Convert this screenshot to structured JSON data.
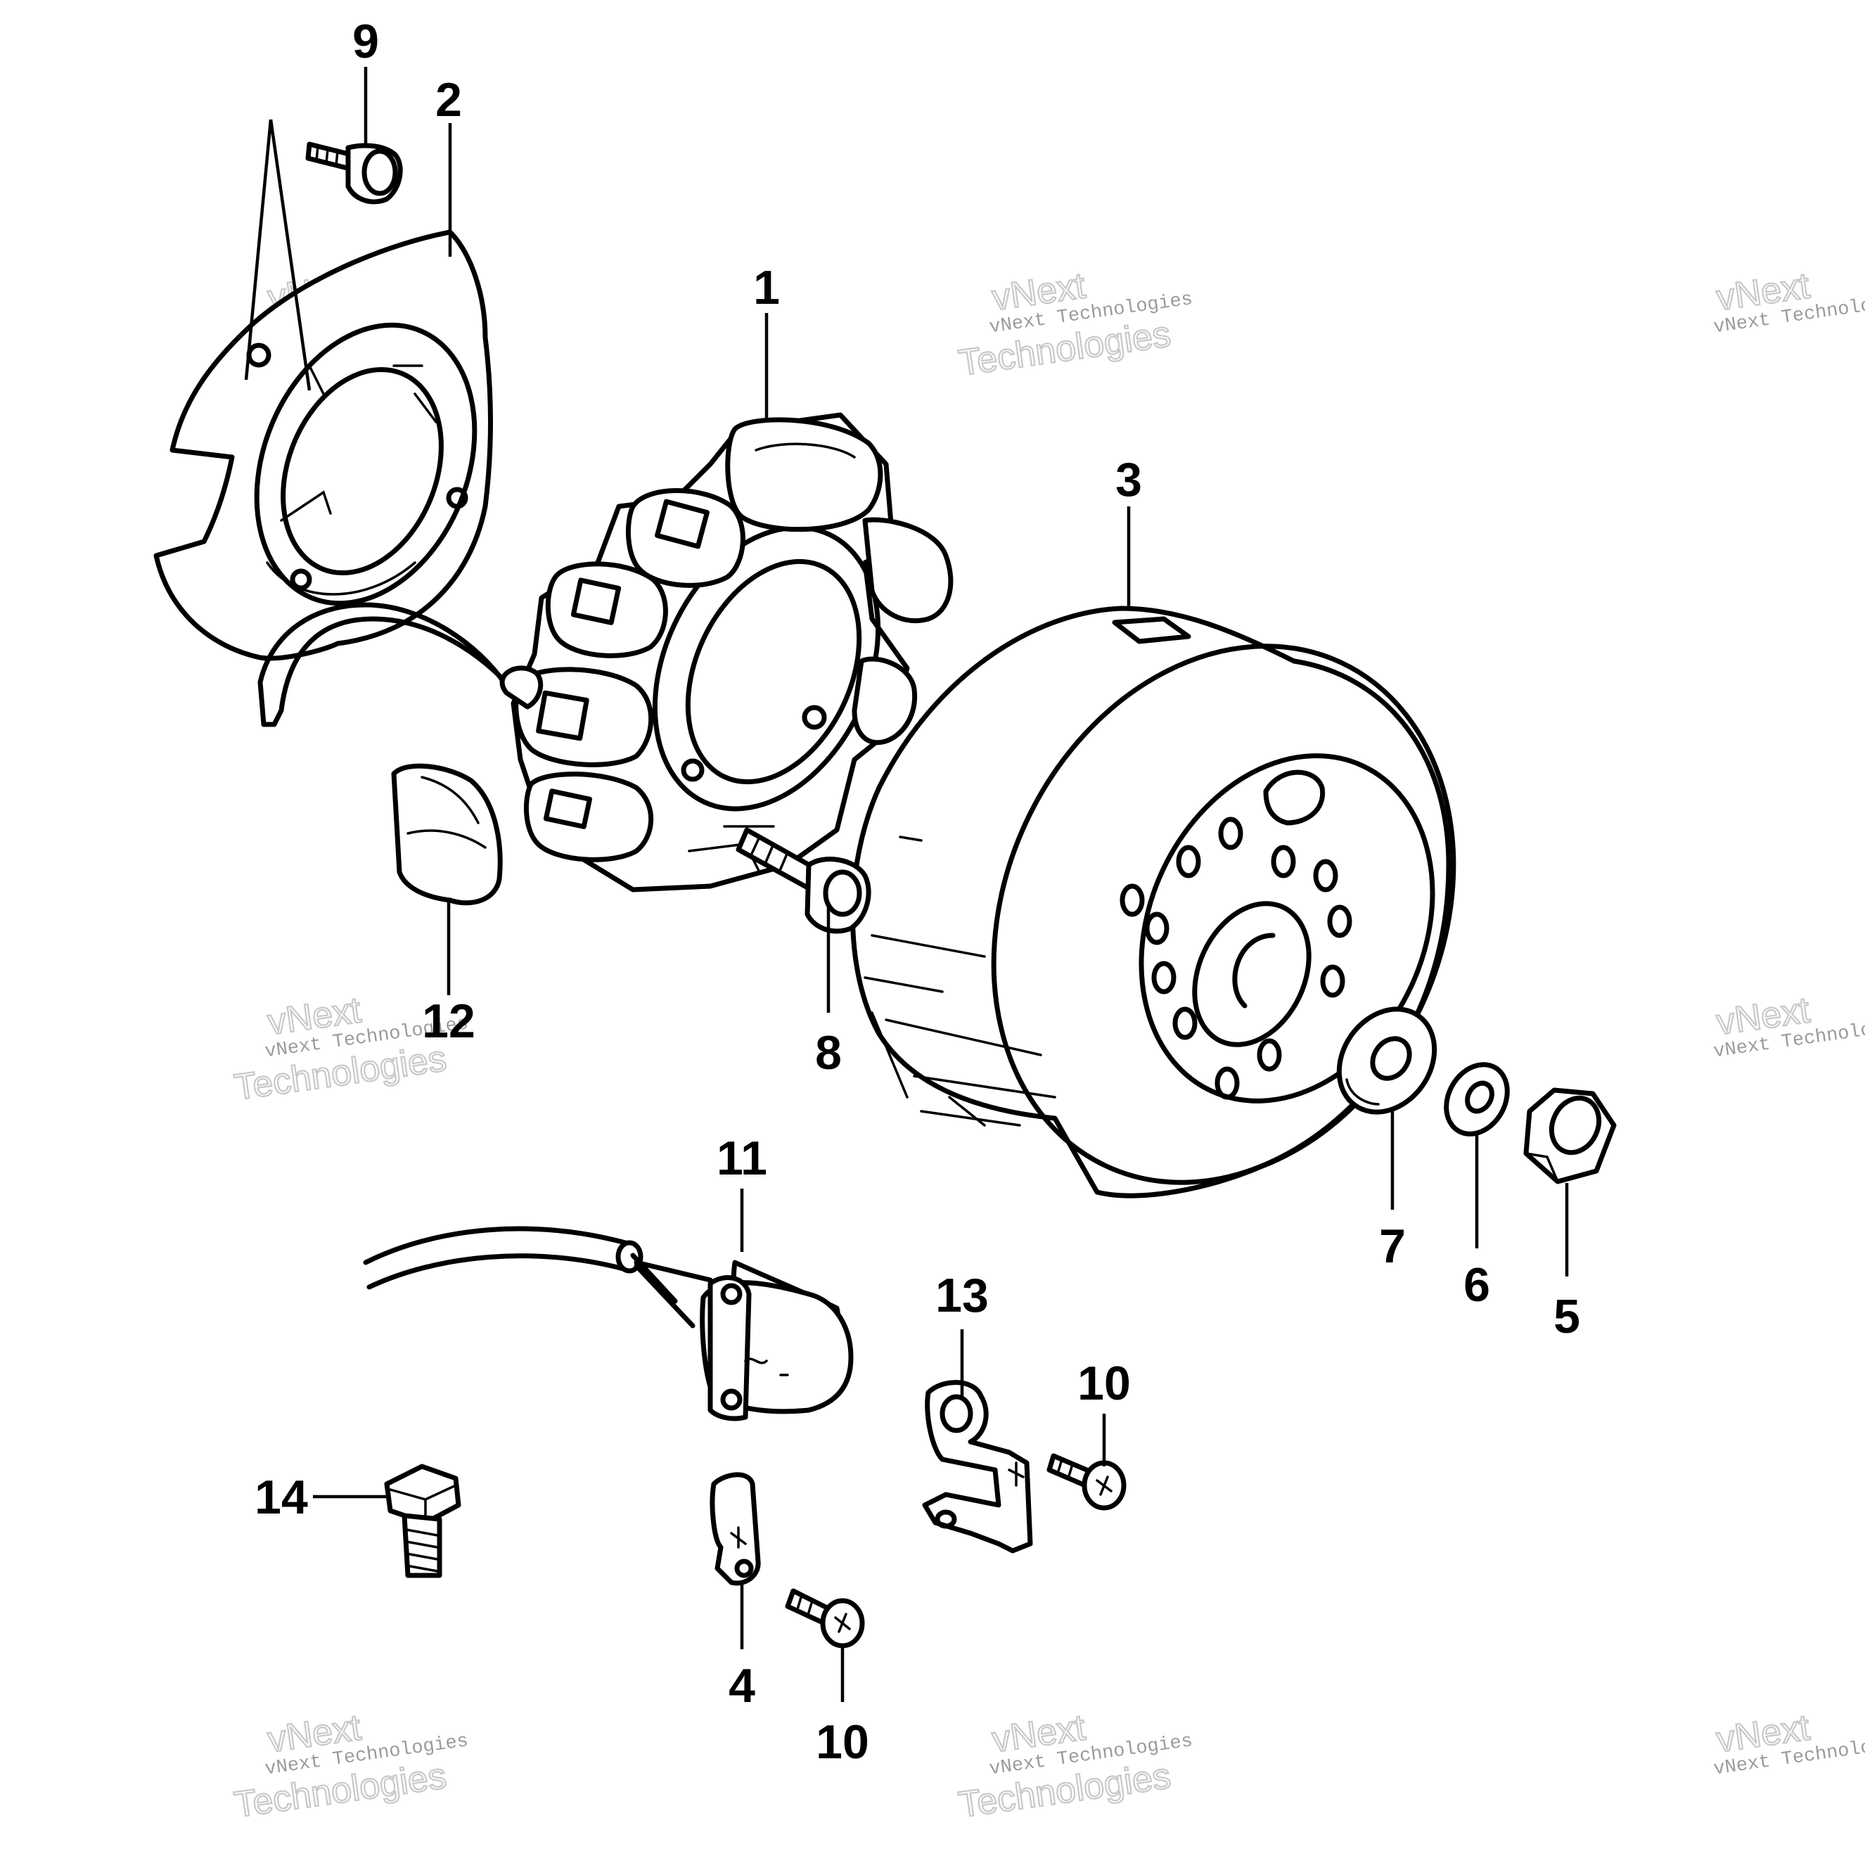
{
  "callouts": [
    {
      "id": "1",
      "label": "1"
    },
    {
      "id": "2",
      "label": "2"
    },
    {
      "id": "3",
      "label": "3"
    },
    {
      "id": "4",
      "label": "4"
    },
    {
      "id": "5",
      "label": "5"
    },
    {
      "id": "6",
      "label": "6"
    },
    {
      "id": "7",
      "label": "7"
    },
    {
      "id": "8",
      "label": "8"
    },
    {
      "id": "9",
      "label": "9"
    },
    {
      "id": "10a",
      "label": "10"
    },
    {
      "id": "10b",
      "label": "10"
    },
    {
      "id": "11",
      "label": "11"
    },
    {
      "id": "12",
      "label": "12"
    },
    {
      "id": "13",
      "label": "13"
    },
    {
      "id": "14",
      "label": "14"
    }
  ],
  "watermark": {
    "small": "vNext Technologies",
    "big_line1": "vNext",
    "big_line2": "Technologies"
  }
}
